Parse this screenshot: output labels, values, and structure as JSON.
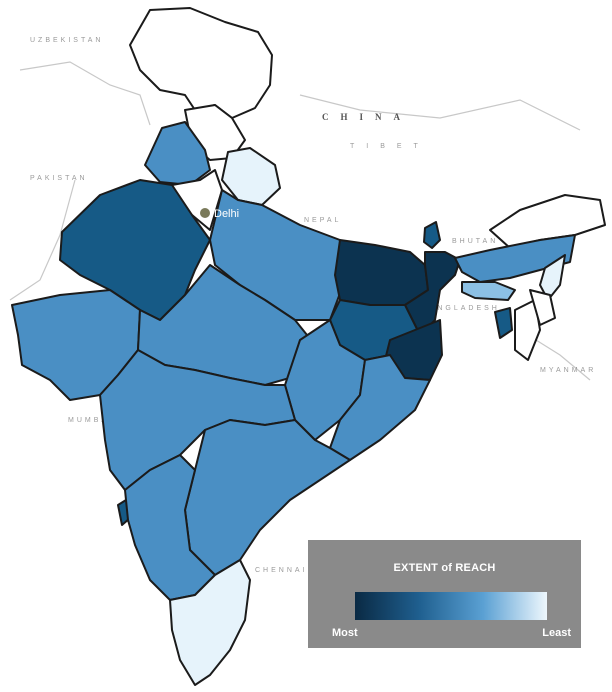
{
  "map": {
    "colors": {
      "darkest": "#0c3350",
      "dark": "#165a86",
      "medium": "#4a8fc4",
      "light": "#8cc0e4",
      "lightest": "#e6f3fb",
      "none": "#ffffff"
    },
    "marker_label": "Delhi",
    "neighbor_labels": {
      "china": "CHINA",
      "tibet": "TIBET",
      "nepal": "NEPAL",
      "bhutan": "BHUTAN",
      "bangladesh": "BANGLADESH",
      "uzbekistan": "UZBEKISTAN",
      "pakistan": "PAKISTAN",
      "myanmar": "MYANMAR",
      "mumbai": "MUMBAI",
      "chennai": "CHENNAI"
    }
  },
  "legend": {
    "title": "EXTENT of REACH",
    "most": "Most",
    "least": "Least",
    "scale_stops": [
      "#0a2a44",
      "#1f5f8f",
      "#5aa0d3",
      "#eef7fd"
    ]
  }
}
